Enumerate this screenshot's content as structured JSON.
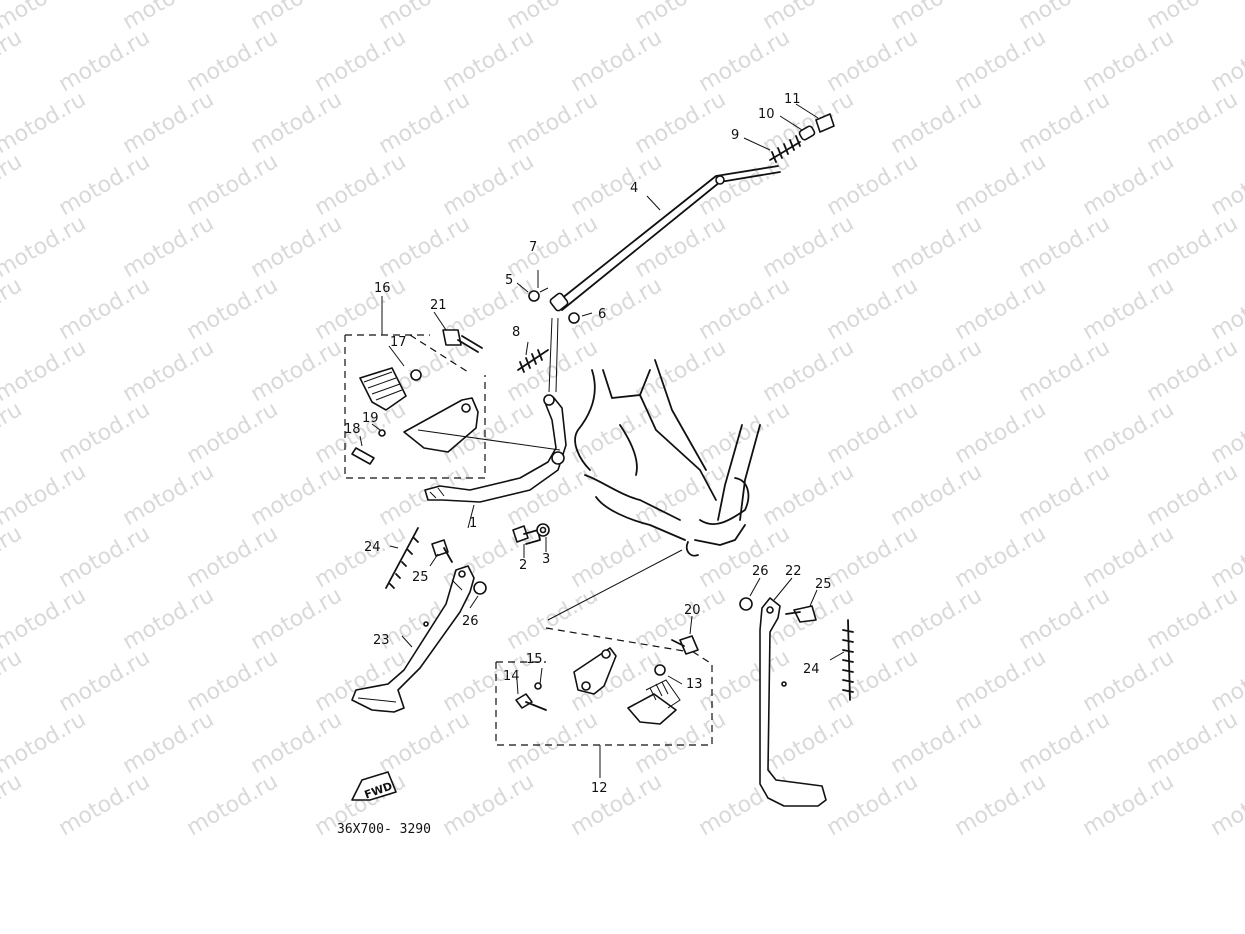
{
  "watermark": {
    "text": "motod.ru"
  },
  "diagram": {
    "drawing_code": "36X700- 3290",
    "fwd_label": "FWD",
    "labels": {
      "p1": "1",
      "p2": "2",
      "p3": "3",
      "p4": "4",
      "p5": "5",
      "p6": "6",
      "p7": "7",
      "p8": "8",
      "p9": "9",
      "p10": "10",
      "p11": "11",
      "p12": "12",
      "p13": "13",
      "p14": "14",
      "p15": "15",
      "p16": "16",
      "p17": "17",
      "p18": "18",
      "p19": "19",
      "p20": "20",
      "p21": "21",
      "p22": "22",
      "p23": "23",
      "p24a": "24",
      "p24b": "24",
      "p25a": "25",
      "p25b": "25",
      "p26a": "26",
      "p26b": "26"
    }
  }
}
